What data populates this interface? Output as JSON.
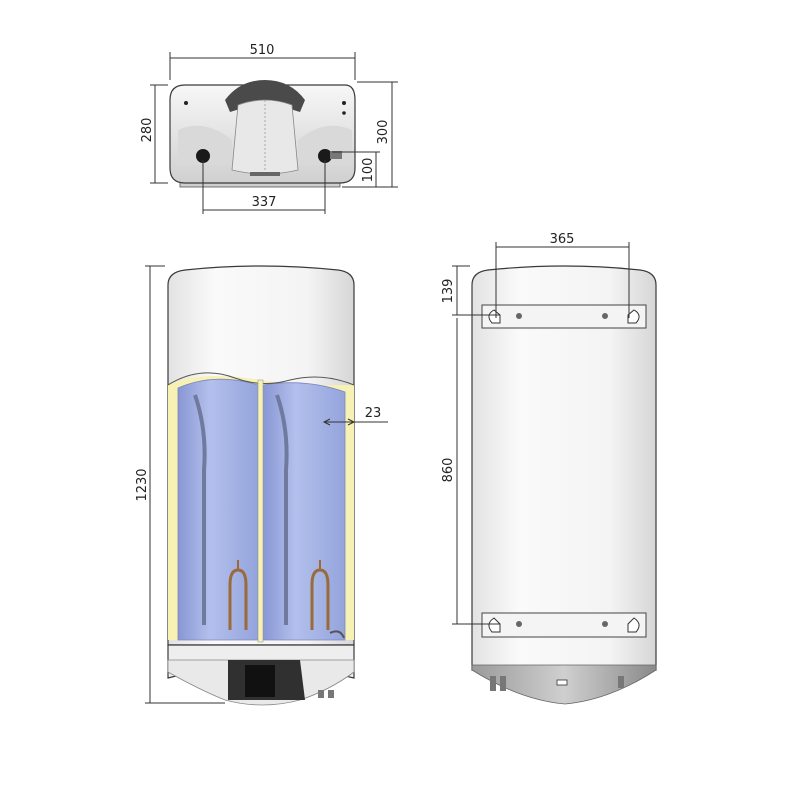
{
  "dimensions": {
    "top_width": "510",
    "top_depth": "280",
    "top_total_depth": "300",
    "top_pipe_height": "100",
    "top_pipe_spacing": "337",
    "body_height": "1230",
    "insulation_thickness": "23",
    "bracket_spacing": "365",
    "top_to_bracket": "139",
    "bracket_distance": "860"
  },
  "colors": {
    "tank_blue": "#a9b8e6",
    "insulation_yellow": "#f7f1b3",
    "casing": "#f2f2f2",
    "dark_cap": "#3c3c3c"
  }
}
